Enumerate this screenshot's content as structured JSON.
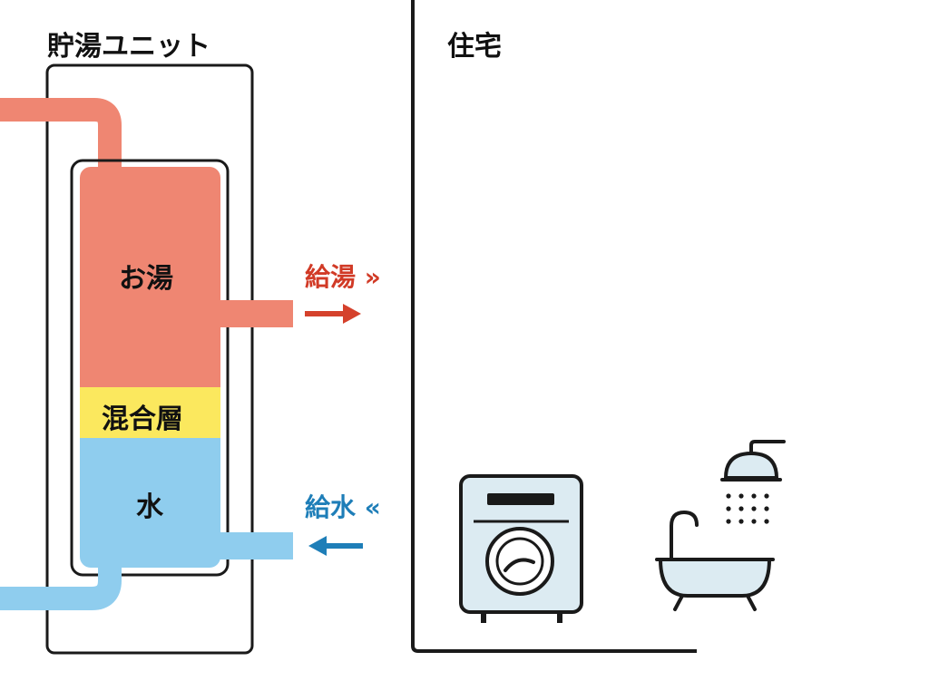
{
  "unit": {
    "title": "貯湯ユニット"
  },
  "house": {
    "title": "住宅"
  },
  "tank": {
    "hot_label": "お湯",
    "mix_label": "混合層",
    "cold_label": "水"
  },
  "flows": {
    "hot_supply": {
      "label": "給湯 »"
    },
    "cold_supply": {
      "label": "給水 «"
    }
  },
  "colors": {
    "hot": "#EF8672",
    "mix": "#FBE85E",
    "cold": "#8FCDEE",
    "hot_arrow": "#D5412C",
    "cold_arrow": "#1E7EB8",
    "hot_text": "#D13A26",
    "cold_text": "#1E7EB8",
    "appliance_fill": "#DCEBF2",
    "outline": "#1a1a1a"
  },
  "icons": [
    "washing-machine-icon",
    "bathtub-icon",
    "shower-head-icon"
  ]
}
